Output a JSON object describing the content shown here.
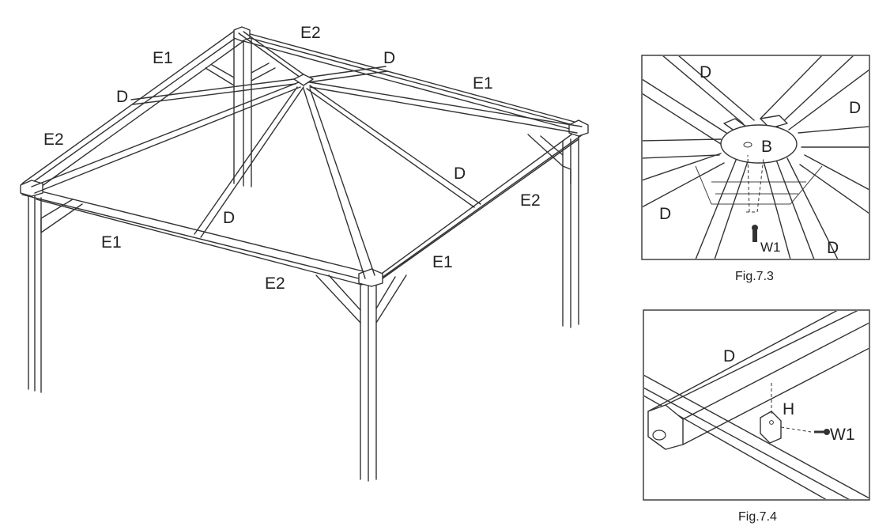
{
  "main_figure": {
    "labels": {
      "e2_top": "E2",
      "e1_back_left": "E1",
      "d_back_right": "D",
      "d_left": "D",
      "e1_back_right": "E1",
      "e2_left": "E2",
      "d_front_right": "D",
      "e2_right": "E2",
      "d_front_left": "D",
      "e1_front_left": "E1",
      "e1_front_right": "E1",
      "e2_front": "E2"
    }
  },
  "fig_7_3": {
    "caption": "Fig.7.3",
    "labels": {
      "d1": "D",
      "d2": "D",
      "d3": "D",
      "d4": "D",
      "b": "B",
      "w1": "W1"
    }
  },
  "fig_7_4": {
    "caption": "Fig.7.4",
    "labels": {
      "d": "D",
      "h": "H",
      "w1": "W1"
    }
  }
}
